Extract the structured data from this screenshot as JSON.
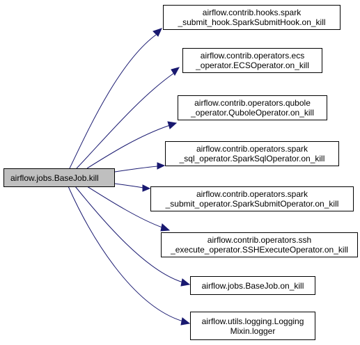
{
  "root": {
    "label": "airflow.jobs.BaseJob.kill"
  },
  "callees": [
    {
      "line1": "airflow.contrib.hooks.spark",
      "line2": "_submit_hook.SparkSubmitHook.on_kill"
    },
    {
      "line1": "airflow.contrib.operators.ecs",
      "line2": "_operator.ECSOperator.on_kill"
    },
    {
      "line1": "airflow.contrib.operators.qubole",
      "line2": "_operator.QuboleOperator.on_kill"
    },
    {
      "line1": "airflow.contrib.operators.spark",
      "line2": "_sql_operator.SparkSqlOperator.on_kill"
    },
    {
      "line1": "airflow.contrib.operators.spark",
      "line2": "_submit_operator.SparkSubmitOperator.on_kill"
    },
    {
      "line1": "airflow.contrib.operators.ssh",
      "line2": "_execute_operator.SSHExecuteOperator.on_kill"
    },
    {
      "line1": "airflow.jobs.BaseJob.on_kill",
      "line2": ""
    },
    {
      "line1": "airflow.utils.logging.Logging",
      "line2": "Mixin.logger"
    }
  ],
  "colors": {
    "edge": "#191970",
    "root_fill": "#bfbfbf",
    "node_fill": "#ffffff",
    "border": "#000000"
  }
}
